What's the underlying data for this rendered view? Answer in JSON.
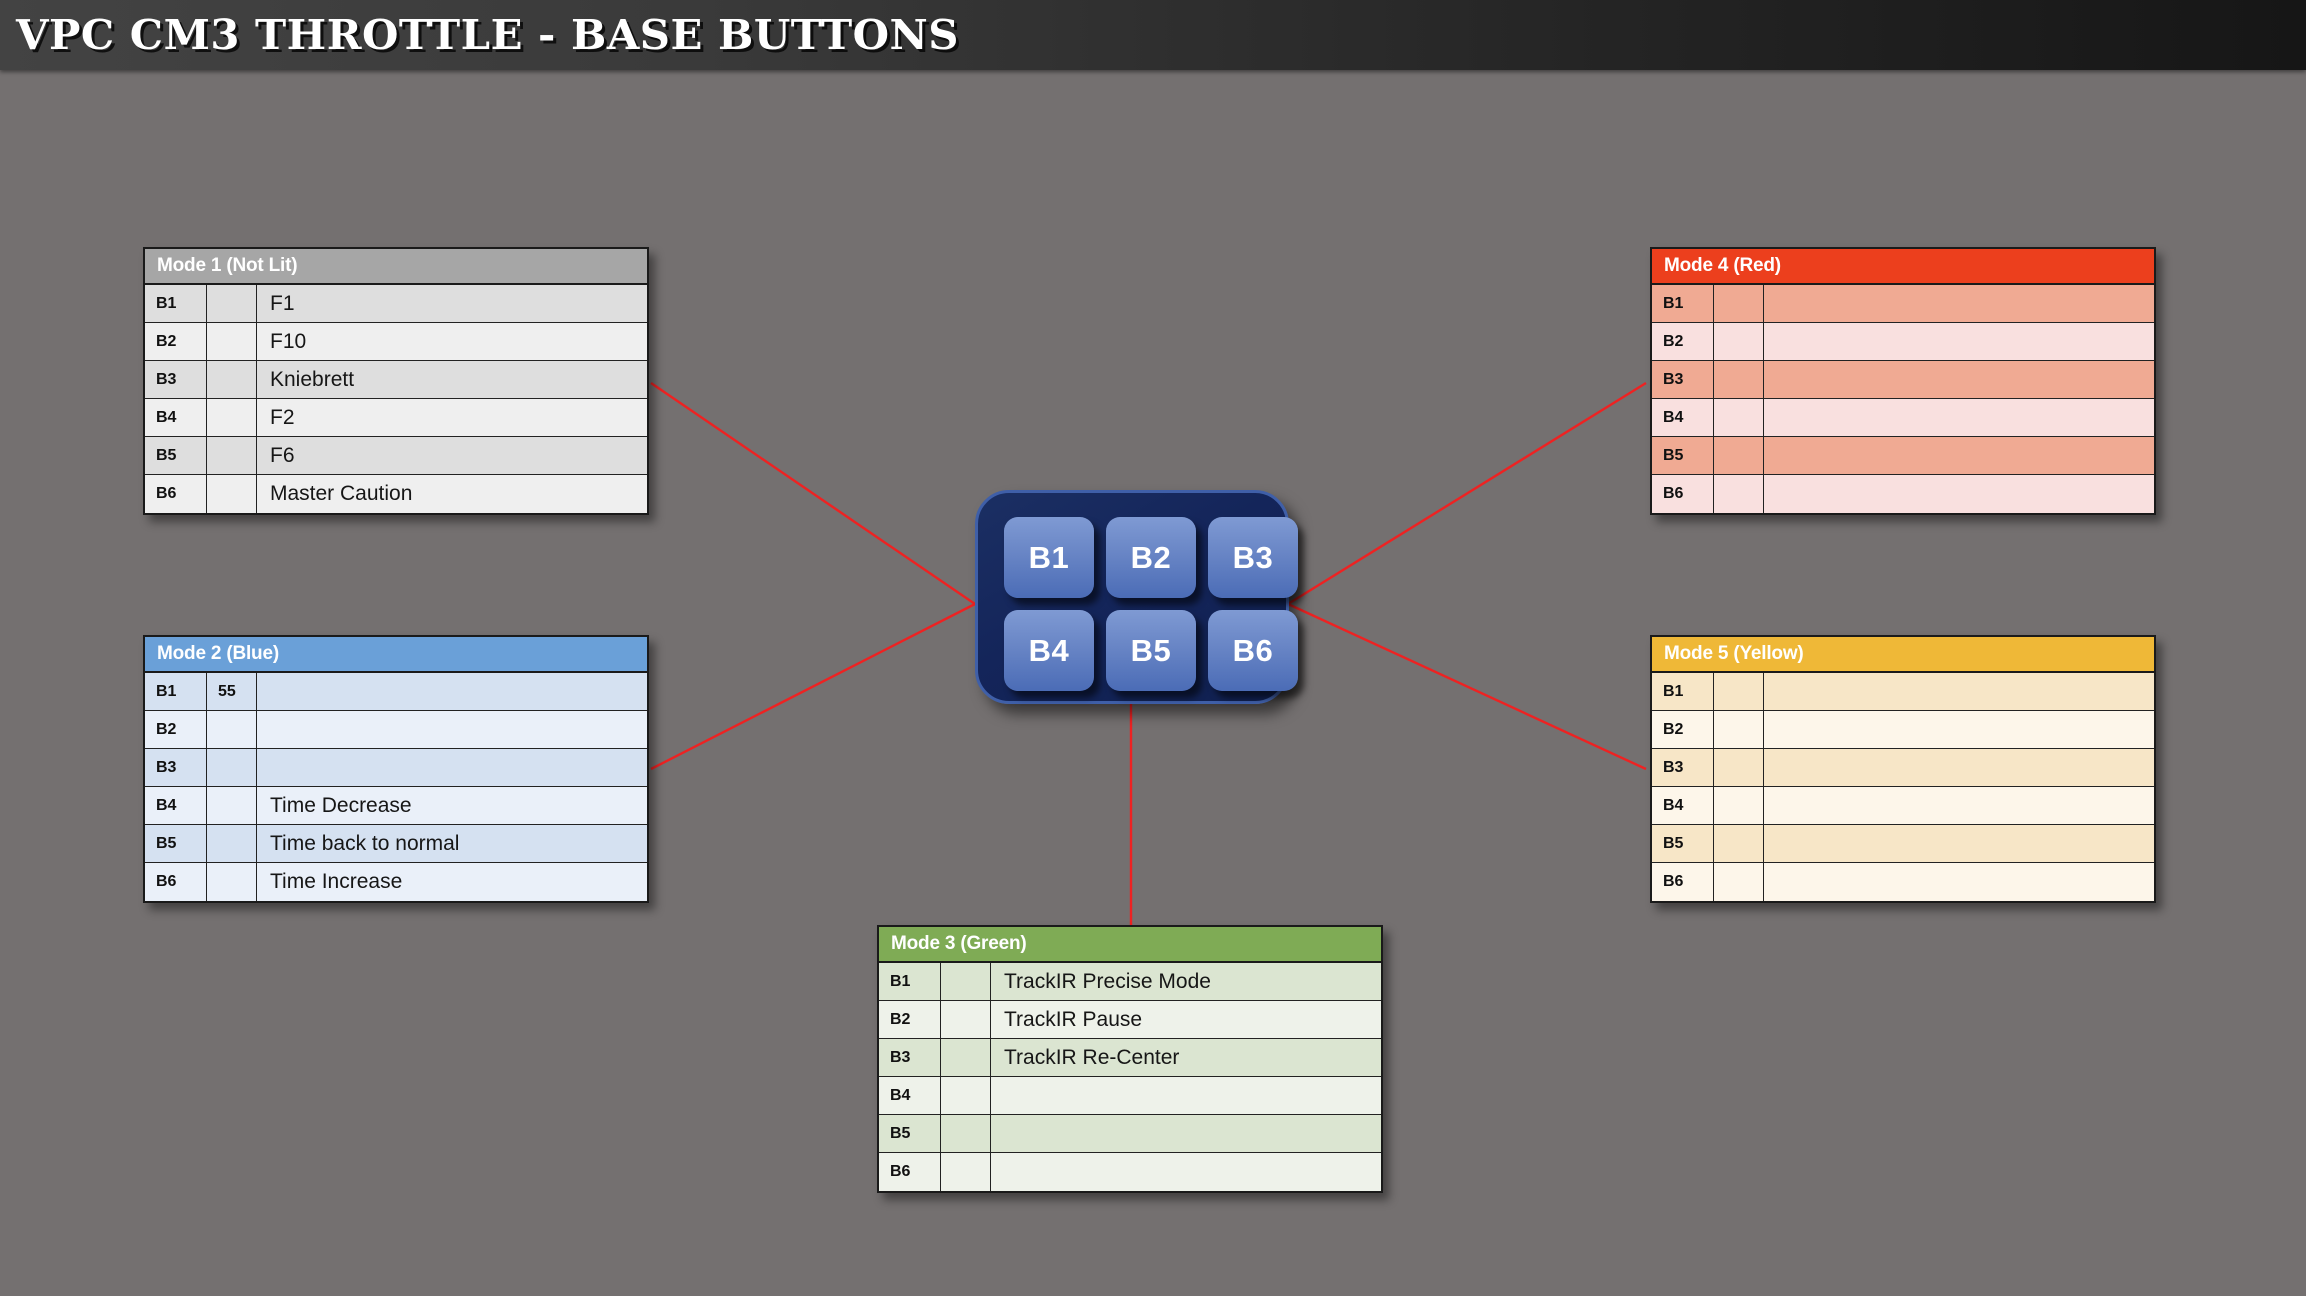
{
  "header": {
    "title": "VPC CM3 THROTTLE - BASE BUTTONS"
  },
  "colors": {
    "background": "#747070",
    "title_bar_left": "#434343",
    "title_bar_right": "#161616",
    "connector_line": "#ee2222",
    "panel_body": "#14255a",
    "panel_border": "#3f5fa8",
    "button_face": "#6683c4"
  },
  "panel": {
    "name": "base-button-panel",
    "buttons": [
      {
        "label": "B1"
      },
      {
        "label": "B2"
      },
      {
        "label": "B3"
      },
      {
        "label": "B4"
      },
      {
        "label": "B5"
      },
      {
        "label": "B6"
      }
    ]
  },
  "modes": [
    {
      "id": "mode-1",
      "title": "Mode 1 (Not Lit)",
      "header_bg": "#a6a6a6",
      "row_odd_bg": "#dedede",
      "row_even_bg": "#efefef",
      "rows": [
        {
          "button": "B1",
          "mid": "",
          "action": "F1"
        },
        {
          "button": "B2",
          "mid": "",
          "action": "F10"
        },
        {
          "button": "B3",
          "mid": "",
          "action": "Kniebrett"
        },
        {
          "button": "B4",
          "mid": "",
          "action": "F2"
        },
        {
          "button": "B5",
          "mid": "",
          "action": "F6"
        },
        {
          "button": "B6",
          "mid": "",
          "action": "Master Caution"
        }
      ]
    },
    {
      "id": "mode-2",
      "title": "Mode 2 (Blue)",
      "header_bg": "#6aa0d8",
      "row_odd_bg": "#d5e1f1",
      "row_even_bg": "#eaf0f9",
      "rows": [
        {
          "button": "B1",
          "mid": "55",
          "action": ""
        },
        {
          "button": "B2",
          "mid": "",
          "action": ""
        },
        {
          "button": "B3",
          "mid": "",
          "action": ""
        },
        {
          "button": "B4",
          "mid": "",
          "action": "Time Decrease"
        },
        {
          "button": "B5",
          "mid": "",
          "action": "Time back to normal"
        },
        {
          "button": "B6",
          "mid": "",
          "action": "Time Increase"
        }
      ]
    },
    {
      "id": "mode-3",
      "title": "Mode 3 (Green)",
      "header_bg": "#7fab55",
      "row_odd_bg": "#dbe5d1",
      "row_even_bg": "#eef2ea",
      "rows": [
        {
          "button": "B1",
          "mid": "",
          "action": "TrackIR Precise Mode"
        },
        {
          "button": "B2",
          "mid": "",
          "action": "TrackIR Pause"
        },
        {
          "button": "B3",
          "mid": "",
          "action": "TrackIR Re-Center"
        },
        {
          "button": "B4",
          "mid": "",
          "action": ""
        },
        {
          "button": "B5",
          "mid": "",
          "action": ""
        },
        {
          "button": "B6",
          "mid": "",
          "action": ""
        }
      ]
    },
    {
      "id": "mode-4",
      "title": "Mode 4 (Red)",
      "header_bg": "#ec3f1d",
      "row_odd_bg": "#f0aa93",
      "row_even_bg": "#f9e0df",
      "rows": [
        {
          "button": "B1",
          "mid": "",
          "action": ""
        },
        {
          "button": "B2",
          "mid": "",
          "action": ""
        },
        {
          "button": "B3",
          "mid": "",
          "action": ""
        },
        {
          "button": "B4",
          "mid": "",
          "action": ""
        },
        {
          "button": "B5",
          "mid": "",
          "action": ""
        },
        {
          "button": "B6",
          "mid": "",
          "action": ""
        }
      ]
    },
    {
      "id": "mode-5",
      "title": "Mode 5 (Yellow)",
      "header_bg": "#efb837",
      "row_odd_bg": "#f7e6c7",
      "row_even_bg": "#fdf6ea",
      "rows": [
        {
          "button": "B1",
          "mid": "",
          "action": ""
        },
        {
          "button": "B2",
          "mid": "",
          "action": ""
        },
        {
          "button": "B3",
          "mid": "",
          "action": ""
        },
        {
          "button": "B4",
          "mid": "",
          "action": ""
        },
        {
          "button": "B5",
          "mid": "",
          "action": ""
        },
        {
          "button": "B6",
          "mid": "",
          "action": ""
        }
      ]
    }
  ]
}
